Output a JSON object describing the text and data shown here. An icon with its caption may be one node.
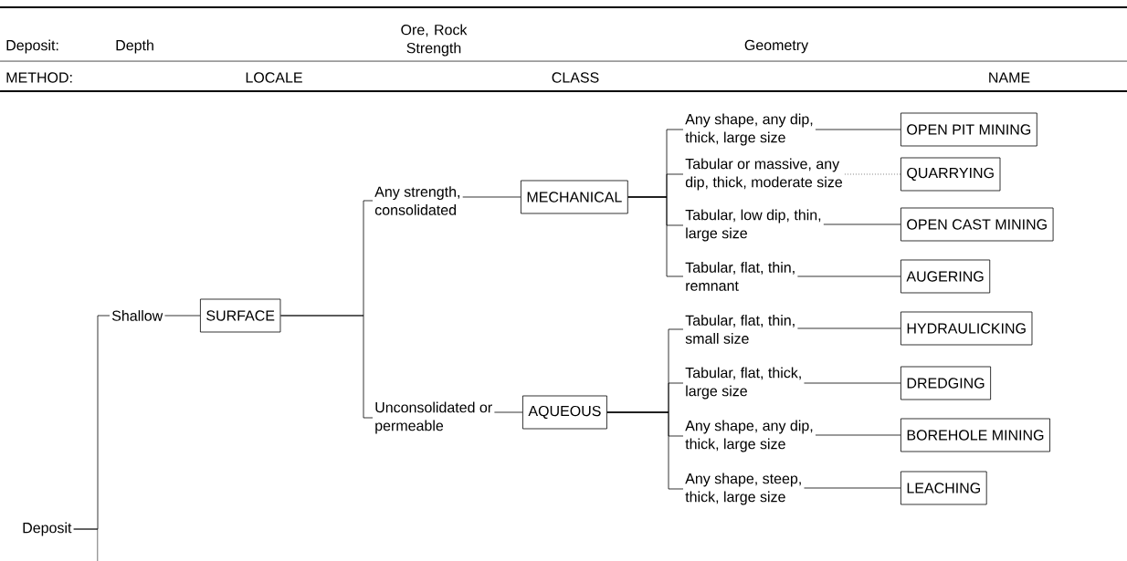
{
  "diagram": {
    "nodes": [
      {
        "text": [
          "Deposit"
        ]
      },
      {
        "text": [
          "Shallow"
        ]
      },
      {
        "text": [
          "SURFACE"
        ]
      },
      {
        "text": [
          "Any strength, consolidated"
        ]
      },
      {
        "text": [
          "Unconsolidated or permeable"
        ]
      },
      {
        "text": [
          "MECHANICAL"
        ]
      },
      {
        "text": [
          "AQUEOUS"
        ]
      },
      {
        "text": [
          "Any shape, any dip, thick, large size"
        ]
      },
      {
        "text": [
          "Tabular or massive, any dip, thick, moderate size"
        ]
      },
      {
        "text": [
          "Tabular, low dip, thin, large size"
        ]
      },
      {
        "text": [
          "Tabular, flat, thin, remnant"
        ]
      },
      {
        "text": [
          "Tabular, flat, thin, small size"
        ]
      },
      {
        "text": [
          "Tabular, flat, thick, large size"
        ]
      },
      {
        "text": [
          "Any shape, any dip, thick, large size"
        ]
      },
      {
        "text": [
          "Any shape, steep, thick, large size"
        ]
      },
      {
        "text": [
          "OPEN PIT MINING"
        ]
      },
      {
        "text": [
          "QUARRYING"
        ]
      },
      {
        "text": [
          "OPEN CAST MINING"
        ]
      },
      {
        "text": [
          "AUGERING"
        ]
      },
      {
        "text": [
          "HYDRAULICKING"
        ]
      },
      {
        "text": [
          "DREDGING"
        ]
      },
      {
        "text": [
          "BOREHOLE MINING"
        ]
      },
      {
        "text": [
          "LEACHING"
        ]
      }
    ],
    "edges": [
      {
        "from": 0,
        "to": 1,
        "arrow": "none"
      },
      {
        "from": 0,
        "to": null,
        "arrow": "none"
      },
      {
        "from": 1,
        "to": 2,
        "arrow": "none"
      },
      {
        "from": 2,
        "to": 3,
        "arrow": "none"
      },
      {
        "from": 2,
        "to": 4,
        "arrow": "none"
      },
      {
        "from": 3,
        "to": 5,
        "arrow": "none"
      },
      {
        "from": 4,
        "to": 6,
        "arrow": "none"
      },
      {
        "from": 5,
        "to": 7,
        "arrow": "none"
      },
      {
        "from": 5,
        "to": 8,
        "arrow": "none"
      },
      {
        "from": 5,
        "to": 9,
        "arrow": "none"
      },
      {
        "from": 5,
        "to": 10,
        "arrow": "none"
      },
      {
        "from": 6,
        "to": 11,
        "arrow": "none"
      },
      {
        "from": 6,
        "to": 12,
        "arrow": "none"
      },
      {
        "from": 6,
        "to": 13,
        "arrow": "none"
      },
      {
        "from": 6,
        "to": 14,
        "arrow": "none"
      },
      {
        "from": 7,
        "to": 15,
        "arrow": "none"
      },
      {
        "from": 8,
        "to": 16,
        "arrow": "none",
        "style": "dashed"
      },
      {
        "from": 9,
        "to": 17,
        "arrow": "none"
      },
      {
        "from": 10,
        "to": 18,
        "arrow": "none"
      },
      {
        "from": 11,
        "to": 19,
        "arrow": "none"
      },
      {
        "from": 12,
        "to": 20,
        "arrow": "none"
      },
      {
        "from": 13,
        "to": 21,
        "arrow": "none"
      },
      {
        "from": 14,
        "to": 22,
        "arrow": "none"
      }
    ],
    "labels": [
      "Deposit:",
      "Depth",
      "Ore, Rock Strength",
      "Geometry",
      "METHOD:",
      "LOCALE",
      "CLASS",
      "NAME"
    ]
  }
}
